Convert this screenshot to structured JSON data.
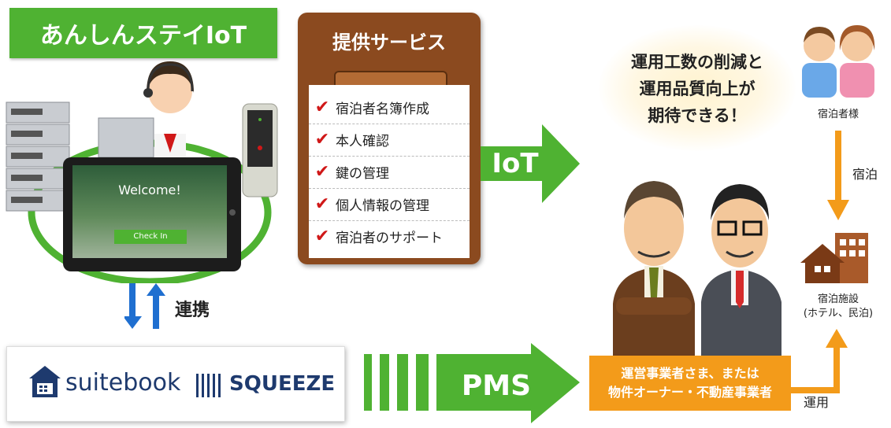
{
  "title": "あんしんステイIoT",
  "services": {
    "heading": "提供サービス",
    "items": [
      "宿泊者名簿作成",
      "本人確認",
      "鍵の管理",
      "個人情報の管理",
      "宿泊者のサポート"
    ]
  },
  "tablet": {
    "welcome": "Welcome!",
    "checkin": "Check In"
  },
  "sync_label": "連携",
  "pms": {
    "suitebook": "suitebook",
    "squeeze": "SQUEEZE",
    "arrow_label": "PMS"
  },
  "iot_arrow_label": "IoT",
  "expectation": [
    "運用工数の削減と",
    "運用品質向上が",
    "期待できる！"
  ],
  "guest_label": "宿泊者様",
  "stay_label": "宿泊",
  "facility_label": [
    "宿泊施設",
    "(ホテル、民泊)"
  ],
  "operator": [
    "運営事業者さま、または",
    "物件オーナー・不動産事業者"
  ],
  "operate_label": "運用",
  "colors": {
    "green": "#4fb232",
    "brown": "#8b4a1f",
    "orange": "#f39b1a",
    "blue": "#1f6fd0",
    "red": "#d01818"
  }
}
